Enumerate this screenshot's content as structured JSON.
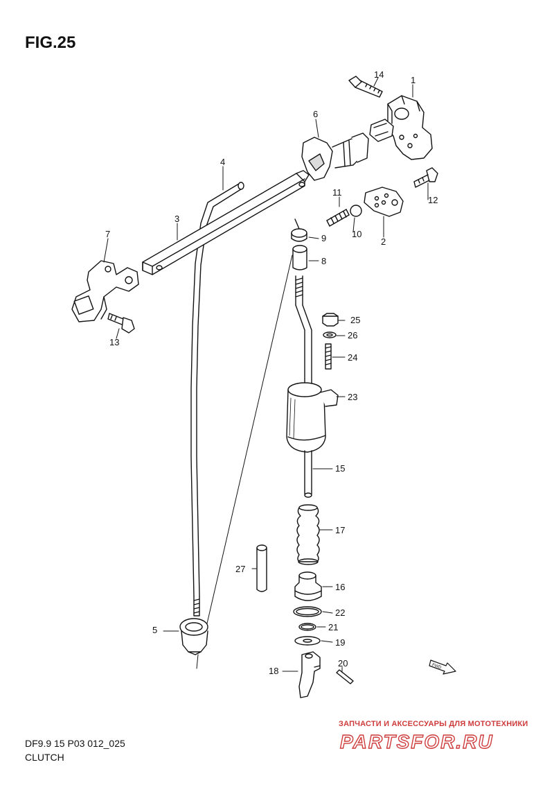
{
  "figure": {
    "title": "FIG.25"
  },
  "footer": {
    "model_code": "DF9.9 15 P03 012_025",
    "section_name": "CLUTCH"
  },
  "watermark": {
    "tagline": "ЗАПЧАСТИ И АКСЕССУАРЫ ДЛЯ МОТОТЕХНИКИ",
    "logo_text": "PARTSFOR.RU",
    "color": "#cf3b3b"
  },
  "fwd_badge": {
    "text": "FWD"
  },
  "callouts": [
    {
      "number": "1"
    },
    {
      "number": "2"
    },
    {
      "number": "3"
    },
    {
      "number": "4"
    },
    {
      "number": "5"
    },
    {
      "number": "6"
    },
    {
      "number": "7"
    },
    {
      "number": "8"
    },
    {
      "number": "9"
    },
    {
      "number": "10"
    },
    {
      "number": "11"
    },
    {
      "number": "12"
    },
    {
      "number": "13"
    },
    {
      "number": "14"
    },
    {
      "number": "15"
    },
    {
      "number": "16"
    },
    {
      "number": "17"
    },
    {
      "number": "18"
    },
    {
      "number": "19"
    },
    {
      "number": "20"
    },
    {
      "number": "21"
    },
    {
      "number": "22"
    },
    {
      "number": "23"
    },
    {
      "number": "24"
    },
    {
      "number": "25"
    },
    {
      "number": "26"
    },
    {
      "number": "27"
    }
  ]
}
